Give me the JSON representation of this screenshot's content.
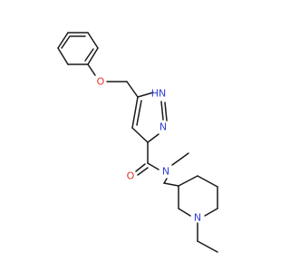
{
  "molecule": {
    "atom_labels": {
      "ether_o": "O",
      "pyrazole_nh": "HN",
      "pyrazole_n": "N",
      "carbonyl_o": "O",
      "amide_n": "N",
      "piperidine_n": "N"
    },
    "colors": {
      "oxygen": "#e8322a",
      "nitrogen": "#2f3fd6",
      "bond": "#1a1a1a"
    }
  }
}
